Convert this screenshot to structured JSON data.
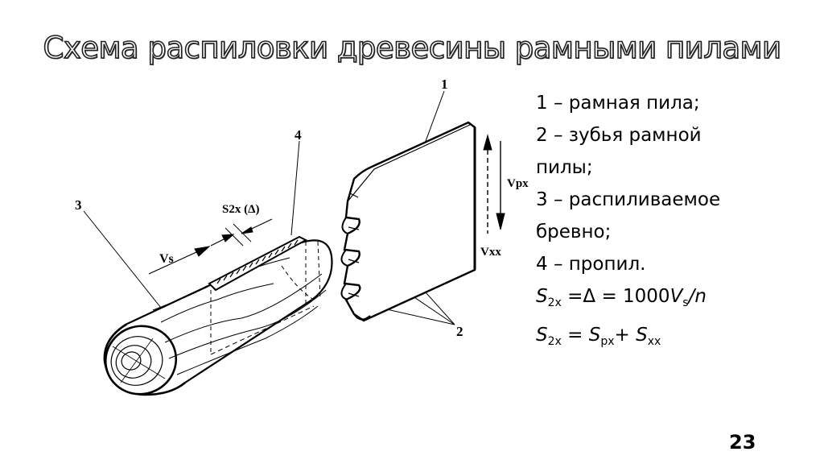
{
  "slide": {
    "title": "Схема распиловки древесины рамными пилами",
    "page_number": "23"
  },
  "diagram": {
    "callouts": [
      {
        "id": "1",
        "label": "1"
      },
      {
        "id": "2",
        "label": "2"
      },
      {
        "id": "3",
        "label": "3"
      },
      {
        "id": "4",
        "label": "4"
      }
    ],
    "annotations": {
      "feed_speed": "Vs",
      "feed_per_double_stroke": "S2x (Δ)",
      "working_stroke_speed": "Vpx",
      "idle_stroke_speed": "Vxx"
    }
  },
  "legend": {
    "items": [
      "1 – рамная пила;",
      "2 – зубья рамной",
      "пилы;",
      "3 – распиливаемое",
      "бревно;",
      "4 – пропил."
    ],
    "formula1": {
      "lhs": "S",
      "lhs_sub": "2x",
      "mid": " =Δ = 1000",
      "v": "V",
      "v_sub": "s",
      "tail": "/",
      "n": "n"
    },
    "formula2": {
      "lhs": "S",
      "lhs_sub": "2x",
      "eq": " = ",
      "a": "S",
      "a_sub": "px",
      "plus": "+ ",
      "b": "S",
      "b_sub": "xx"
    }
  }
}
